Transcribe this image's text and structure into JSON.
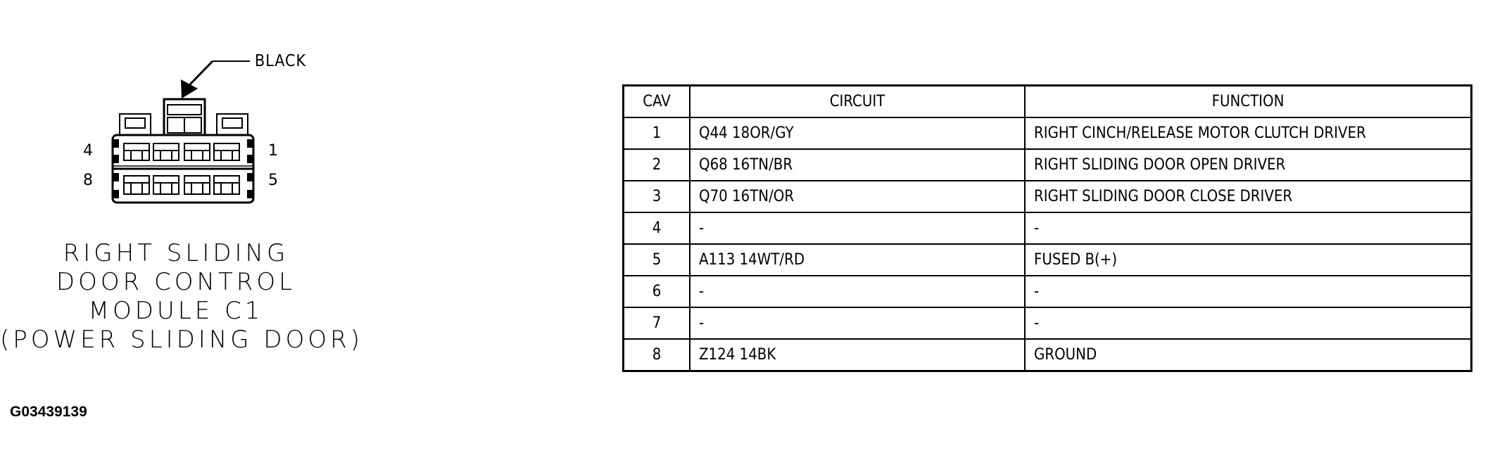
{
  "connector": {
    "callout_label": "BLACK",
    "pin_labels": {
      "top_left": "4",
      "bottom_left": "8",
      "top_right": "1",
      "bottom_right": "5"
    },
    "caption_lines": [
      "RIGHT SLIDING",
      "DOOR CONTROL",
      "MODULE C1",
      "(POWER SLIDING DOOR)"
    ]
  },
  "figure_id": "G03439139",
  "table": {
    "headers": {
      "cav": "CAV",
      "circuit": "CIRCUIT",
      "function": "FUNCTION"
    },
    "rows": [
      {
        "cav": "1",
        "circuit": "Q44 18OR/GY",
        "function": "RIGHT CINCH/RELEASE MOTOR CLUTCH DRIVER"
      },
      {
        "cav": "2",
        "circuit": "Q68 16TN/BR",
        "function": "RIGHT SLIDING DOOR OPEN DRIVER"
      },
      {
        "cav": "3",
        "circuit": "Q70 16TN/OR",
        "function": "RIGHT SLIDING DOOR CLOSE DRIVER"
      },
      {
        "cav": "4",
        "circuit": "-",
        "function": "-"
      },
      {
        "cav": "5",
        "circuit": "A113 14WT/RD",
        "function": "FUSED B(+)"
      },
      {
        "cav": "6",
        "circuit": "-",
        "function": "-"
      },
      {
        "cav": "7",
        "circuit": "-",
        "function": "-"
      },
      {
        "cav": "8",
        "circuit": "Z124 14BK",
        "function": "GROUND"
      }
    ]
  }
}
